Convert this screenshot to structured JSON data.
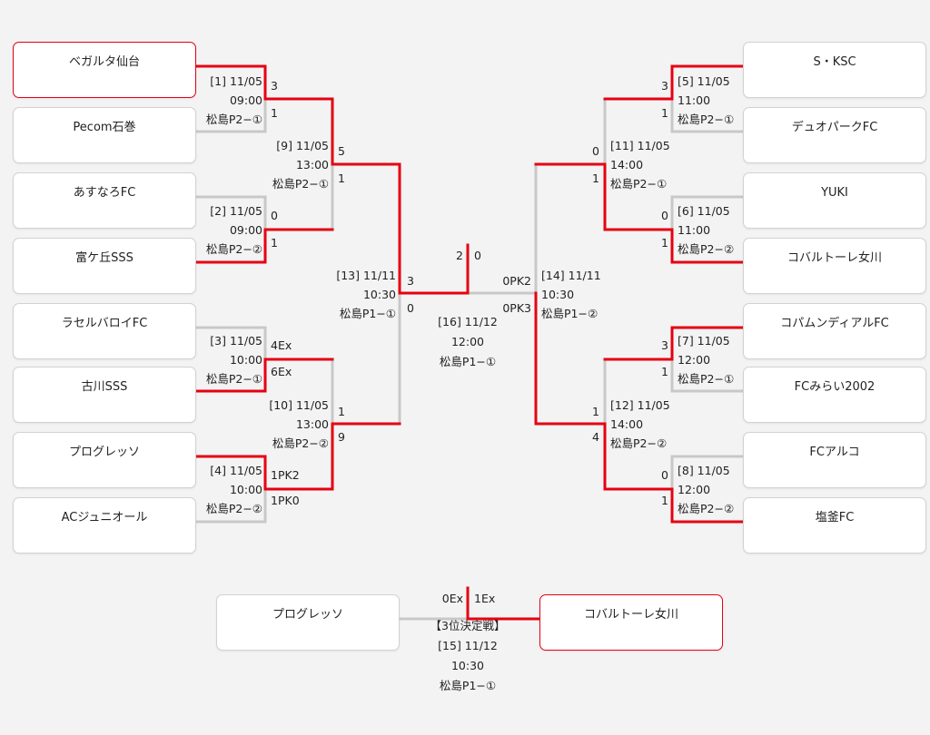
{
  "colors": {
    "background": "#f3f3f3",
    "win_line": "#e60012",
    "loss_line": "#c8c8c8",
    "box_border": "#d2d2d2",
    "highlight_border": "#e60012"
  },
  "left_teams": [
    "ベガルタ仙台",
    "Pecom石巻",
    "あすなろFC",
    "富ケ丘SSS",
    "ラセルバロイFC",
    "古川SSS",
    "プログレッソ",
    "ACジュニオール"
  ],
  "right_teams": [
    "S・KSC",
    "デュオパークFC",
    "YUKI",
    "コバルトーレ女川",
    "コパムンディアルFC",
    "FCみらい2002",
    "FCアルコ",
    "塩釜FC"
  ],
  "matches": {
    "m1": {
      "label": "[1] 11/05",
      "time": "09:00",
      "venue": "松島P2−①",
      "score_a": "3",
      "score_b": "1"
    },
    "m2": {
      "label": "[2] 11/05",
      "time": "09:00",
      "venue": "松島P2−②",
      "score_a": "0",
      "score_b": "1"
    },
    "m3": {
      "label": "[3] 11/05",
      "time": "10:00",
      "venue": "松島P2−①",
      "score_a": "4Ex",
      "score_b": "6Ex"
    },
    "m4": {
      "label": "[4] 11/05",
      "time": "10:00",
      "venue": "松島P2−②",
      "score_a": "1PK2",
      "score_b": "1PK0"
    },
    "m5": {
      "label": "[5] 11/05",
      "time": "11:00",
      "venue": "松島P2−①",
      "score_a": "3",
      "score_b": "1"
    },
    "m6": {
      "label": "[6] 11/05",
      "time": "11:00",
      "venue": "松島P2−②",
      "score_a": "0",
      "score_b": "1"
    },
    "m7": {
      "label": "[7] 11/05",
      "time": "12:00",
      "venue": "松島P2−①",
      "score_a": "3",
      "score_b": "1"
    },
    "m8": {
      "label": "[8] 11/05",
      "time": "12:00",
      "venue": "松島P2−②",
      "score_a": "0",
      "score_b": "1"
    },
    "m9": {
      "label": "[9] 11/05",
      "time": "13:00",
      "venue": "松島P2−①",
      "score_a": "5",
      "score_b": "1"
    },
    "m10": {
      "label": "[10] 11/05",
      "time": "13:00",
      "venue": "松島P2−②",
      "score_a": "1",
      "score_b": "9"
    },
    "m11": {
      "label": "[11] 11/05",
      "time": "14:00",
      "venue": "松島P2−①",
      "score_a": "0",
      "score_b": "1"
    },
    "m12": {
      "label": "[12] 11/05",
      "time": "14:00",
      "venue": "松島P2−②",
      "score_a": "1",
      "score_b": "4"
    },
    "m13": {
      "label": "[13] 11/11",
      "time": "10:30",
      "venue": "松島P1−①",
      "score_a": "3",
      "score_b": "0"
    },
    "m14": {
      "label": "[14] 11/11",
      "time": "10:30",
      "venue": "松島P1−②",
      "score_a": "0PK2",
      "score_b": "0PK3"
    },
    "m16": {
      "label": "[16] 11/12",
      "time": "12:00",
      "venue": "松島P1−①",
      "score_a": "2",
      "score_b": "0"
    }
  },
  "third_place": {
    "title": "【3位決定戦】",
    "label": "[15] 11/12",
    "time": "10:30",
    "venue": "松島P1−①",
    "team_left": "プログレッソ",
    "team_right": "コバルトーレ女川",
    "score_left": "0Ex",
    "score_right": "1Ex"
  }
}
